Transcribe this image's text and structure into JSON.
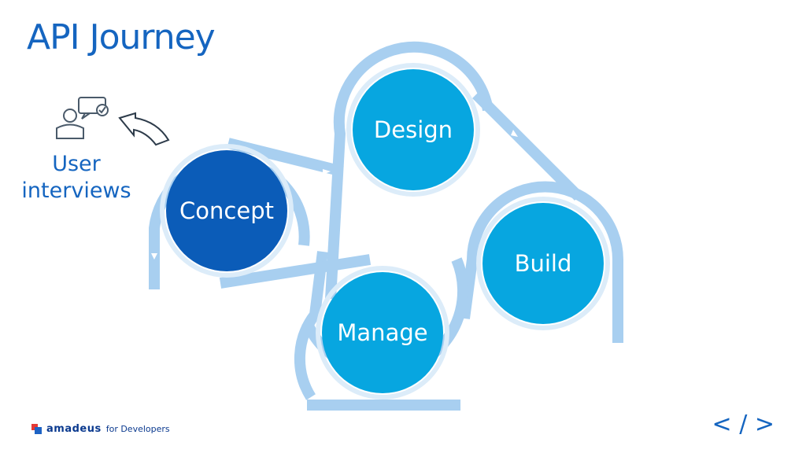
{
  "slide": {
    "title": "API Journey"
  },
  "nodes": [
    {
      "id": "concept",
      "label": "Concept",
      "color": "#0b5cb8"
    },
    {
      "id": "design",
      "label": "Design",
      "color": "#07a6e0"
    },
    {
      "id": "build",
      "label": "Build",
      "color": "#07a6e0"
    },
    {
      "id": "manage",
      "label": "Manage",
      "color": "#07a6e0"
    }
  ],
  "belt_color": "#a8cff0",
  "user": {
    "label_line1": "User",
    "label_line2": "interviews",
    "icon": "user-chat-icon"
  },
  "footer": {
    "brand": "amadeus",
    "sub": "for Developers",
    "code_symbol": "< / >"
  },
  "colors": {
    "title": "#1565c0",
    "brand": "#0b3a8f"
  }
}
